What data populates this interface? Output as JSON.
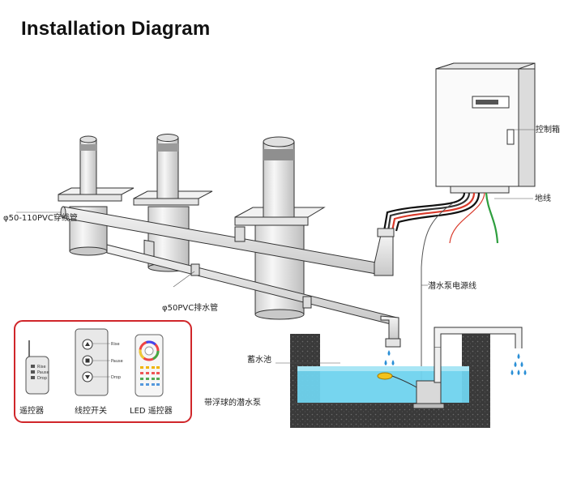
{
  "title": "Installation Diagram",
  "labels": {
    "control_box": "控制箱",
    "ground_wire": "地线",
    "pvc_conduit": "φ50-110PVC穿线管",
    "drain_pipe": "φ50PVC排水管",
    "pump_power_line": "潜水泵电源线",
    "reservoir": "蓄水池",
    "float_pump": "带浮球的潜水泵"
  },
  "controls_panel": {
    "remote": {
      "label": "遥控器",
      "buttons": [
        "Rise",
        "Pause",
        "Drop"
      ]
    },
    "wired_switch": {
      "label": "线控开关",
      "buttons": [
        "Rise",
        "Pause",
        "Drop"
      ]
    },
    "led_remote": {
      "label": "LED 遥控器"
    }
  },
  "colors": {
    "water": "#6fd3ee",
    "soil": "#3a3a3a",
    "panel_border": "#d0262a",
    "wire_red": "#d93a2b",
    "wire_green": "#2e9e3e",
    "float_ball": "#f2c21b",
    "drop": "#2a8fd6"
  }
}
